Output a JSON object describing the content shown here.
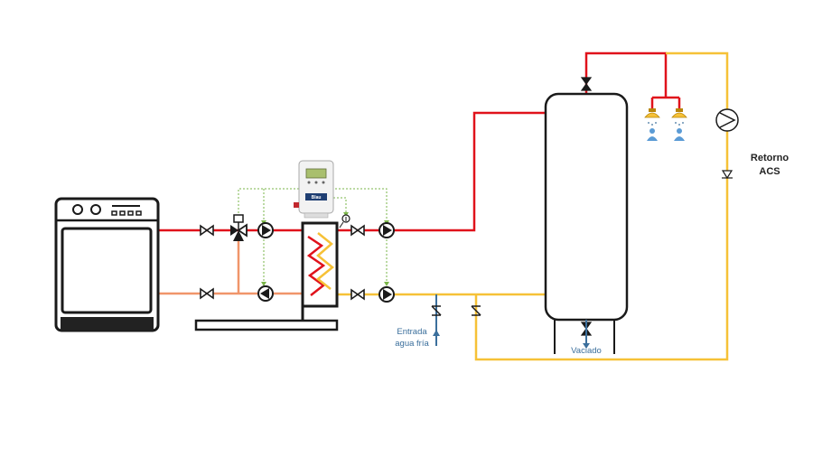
{
  "labels": {
    "retorno_line1": "Retorno",
    "retorno_line2": "ACS",
    "entrada_line1": "Entrada",
    "entrada_line2": "agua fría",
    "vaciado": "Vaciado",
    "controller_brand": "Blau"
  },
  "colors": {
    "hot": "#e0121b",
    "warm_return": "#f0956a",
    "dhw": "#f6c137",
    "cold_water": "#3b6f9c",
    "outline": "#1a1a1a",
    "signal": "#7ab648"
  },
  "icons": {
    "boiler": "boiler-icon",
    "pump": "circulator-pump-icon",
    "valve": "gate-valve-icon",
    "three_way_valve": "three-way-mixing-valve-icon",
    "check_valve": "check-valve-icon",
    "controller": "controller-unit-icon",
    "heat_exchanger": "plate-heat-exchanger-icon",
    "tank": "dhw-storage-tank-icon",
    "tap": "shower-tap-icon",
    "sensor": "temperature-sensor-icon"
  }
}
